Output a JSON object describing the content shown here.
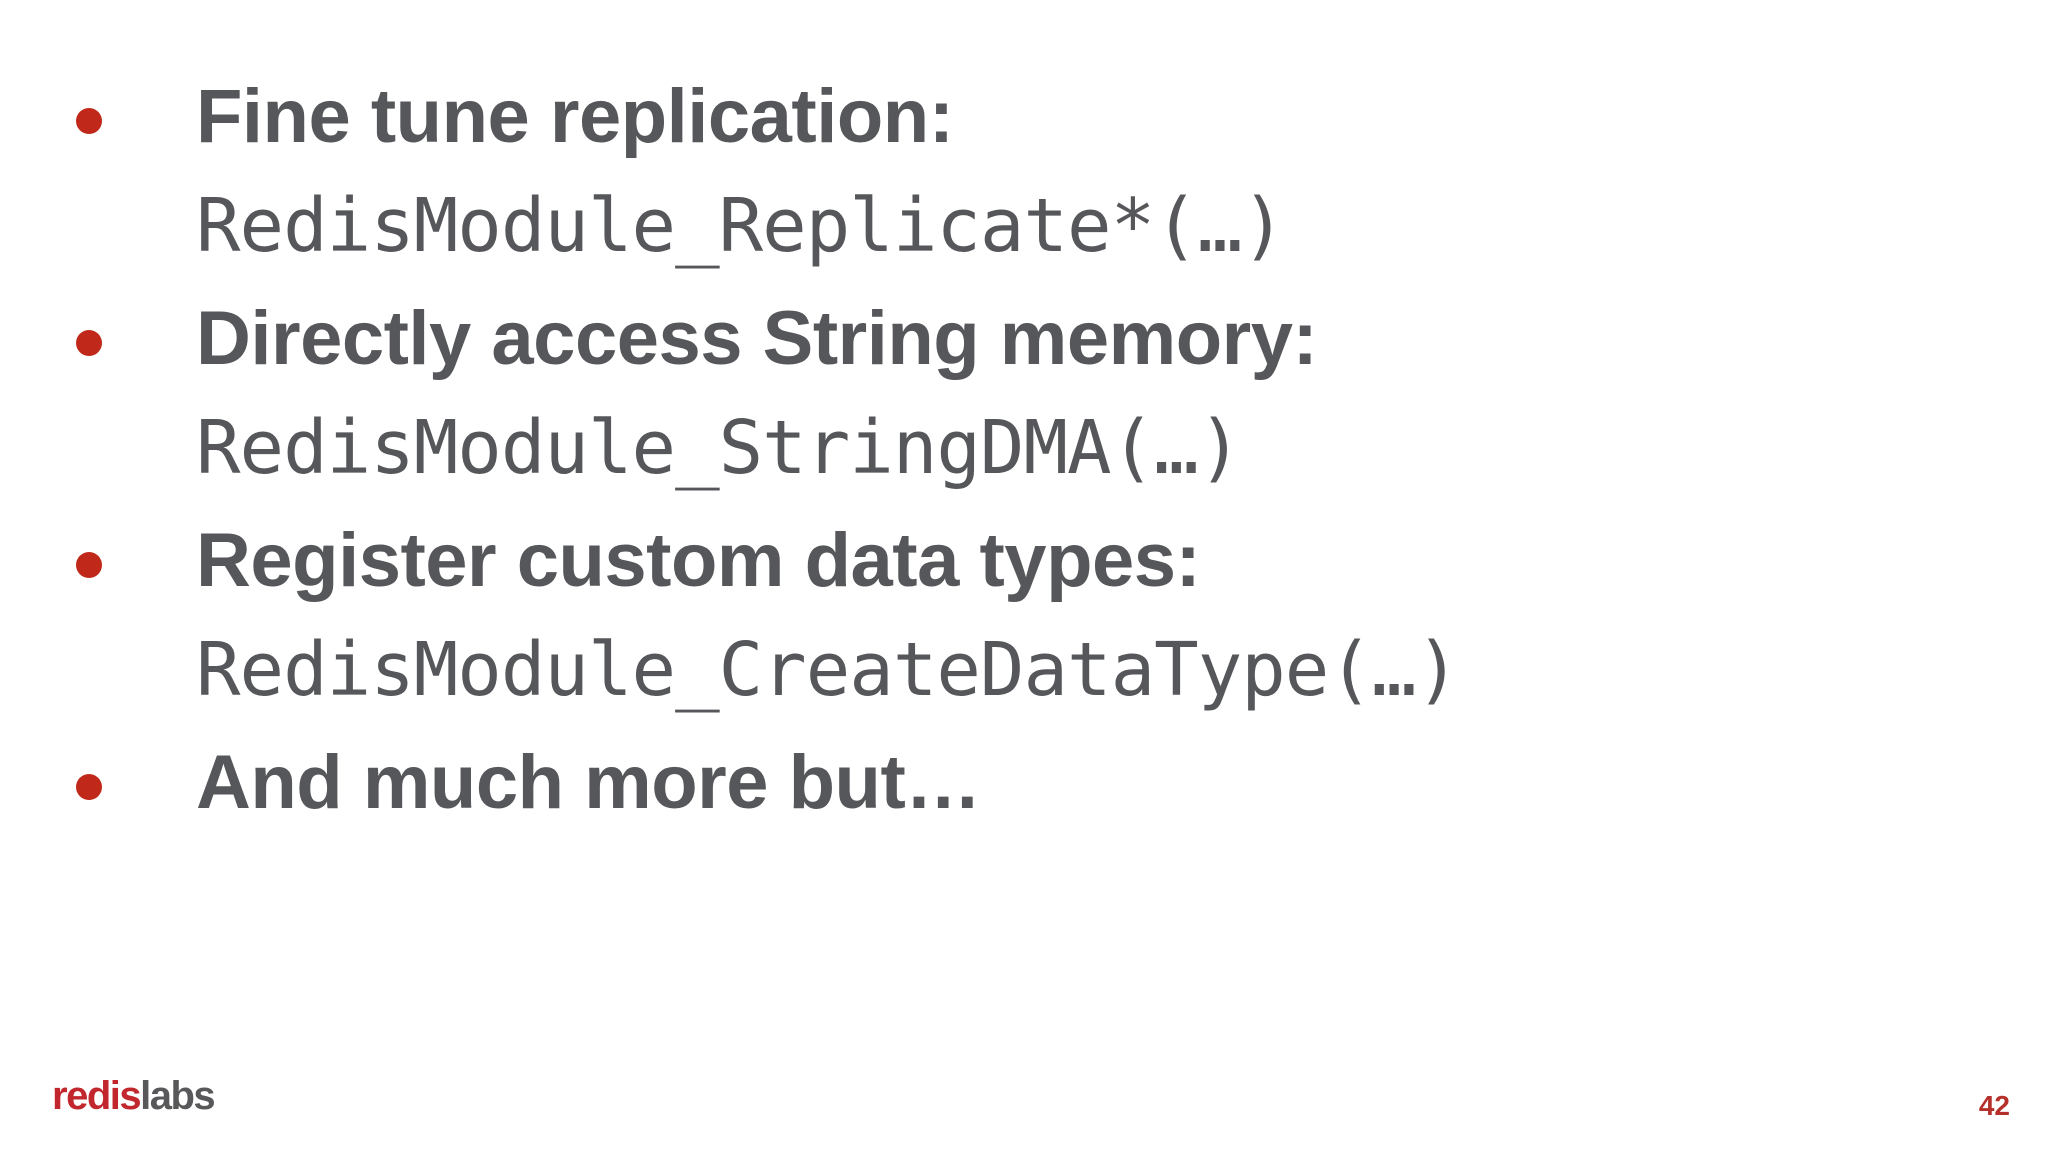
{
  "slide": {
    "background_color": "#ffffff",
    "bullet_color": "#c0281a",
    "text_color": "#56575a",
    "bullets": [
      {
        "heading": "Fine tune replication:",
        "code": "RedisModule_Replicate*(…)"
      },
      {
        "heading": "Directly access String memory:",
        "code": "RedisModule_StringDMA(…)"
      },
      {
        "heading": "Register custom data types:",
        "code": "RedisModule_CreateDataType(…)"
      },
      {
        "heading": "And much more but…",
        "code": ""
      }
    ]
  },
  "footer": {
    "logo_primary": "redis",
    "logo_secondary": "labs",
    "logo_primary_color": "#c1272d",
    "logo_secondary_color": "#58585b",
    "page_number": "42",
    "page_number_color": "#b5302a"
  }
}
